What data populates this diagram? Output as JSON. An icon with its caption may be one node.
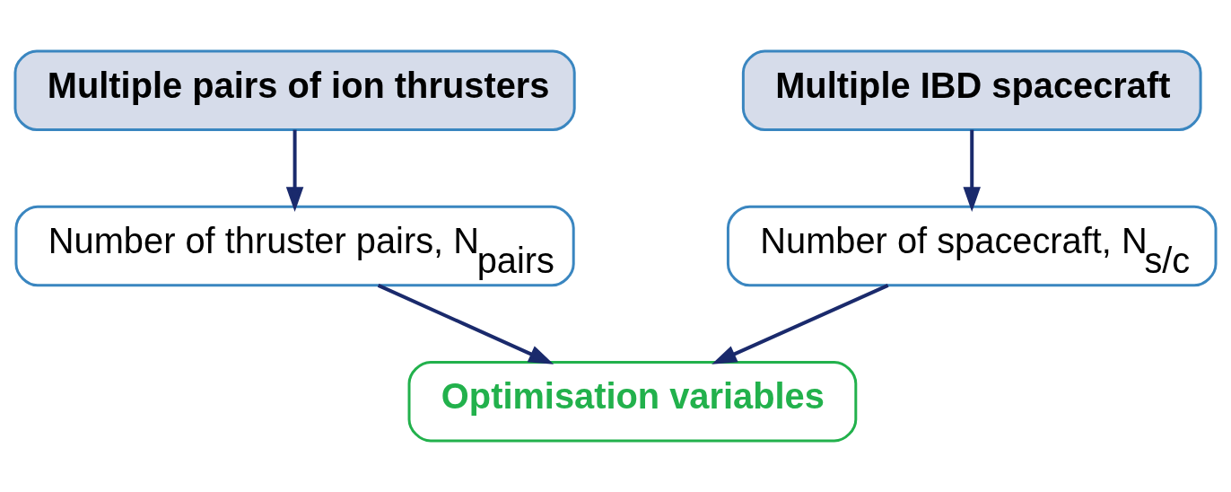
{
  "diagram": {
    "nodes": [
      {
        "text": [
          "Multiple pairs of ion thrusters"
        ]
      },
      {
        "text": [
          "Multiple IBD spacecraft"
        ]
      },
      {
        "text": [
          "Number of thruster pairs, N$_{pairs}$"
        ]
      },
      {
        "text": [
          "Number of spacecraft, N$_{s/c}$"
        ]
      },
      {
        "text": [
          "Optimisation variables"
        ]
      }
    ],
    "edges": [
      {
        "from": 0,
        "to": 2,
        "arrow": "to"
      },
      {
        "from": 1,
        "to": 3,
        "arrow": "to"
      },
      {
        "from": 2,
        "to": 4,
        "arrow": "to"
      },
      {
        "from": 3,
        "to": 4,
        "arrow": "to"
      }
    ]
  }
}
